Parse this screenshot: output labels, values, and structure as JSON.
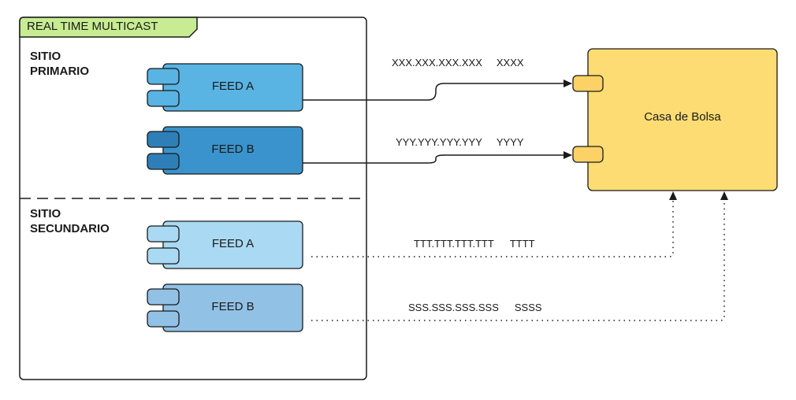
{
  "container": {
    "title": "REAL TIME MULTICAST"
  },
  "sites": {
    "primary": {
      "label_line1": "SITIO",
      "label_line2": "PRIMARIO"
    },
    "secondary": {
      "label_line1": "SITIO",
      "label_line2": "SECUNDARIO"
    }
  },
  "feeds": [
    {
      "label": "FEED A",
      "fill": "#59b3e3",
      "port_fill": "#59b3e3"
    },
    {
      "label": "FEED B",
      "fill": "#3a93cc",
      "port_fill": "#2e7fb8"
    },
    {
      "label": "FEED A",
      "fill": "#a9d9f3",
      "port_fill": "#a9d9f3"
    },
    {
      "label": "FEED B",
      "fill": "#92c1e6",
      "port_fill": "#92c1e6"
    }
  ],
  "connections": [
    {
      "address": "XXX.XXX.XXX.XXX",
      "port": "XXXX",
      "style": "solid"
    },
    {
      "address": "YYY.YYY.YYY.YYY",
      "port": "YYYY",
      "style": "solid"
    },
    {
      "address": "TTT.TTT.TTT.TTT",
      "port": "TTTT",
      "style": "dotted"
    },
    {
      "address": "SSS.SSS.SSS.SSS",
      "port": "SSSS",
      "style": "dotted"
    }
  ],
  "target": {
    "label": "Casa de Bolsa",
    "fill": "#fddc73",
    "port_fill": "#fcd165"
  },
  "colors": {
    "tab_fill": "#c7ec92",
    "stroke": "#1a1a1a"
  }
}
